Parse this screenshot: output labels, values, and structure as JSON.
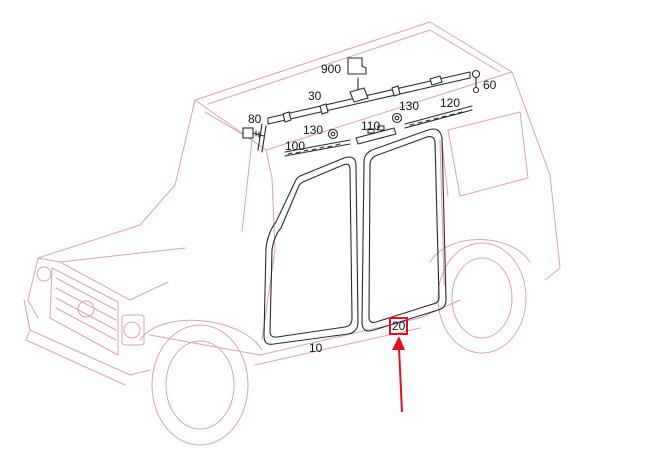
{
  "parts": {
    "p10": "10",
    "p20": "20",
    "p30": "30",
    "p60": "60",
    "p80": "80",
    "p100": "100",
    "p110": "110",
    "p120": "120",
    "p130a": "130",
    "p130b": "130",
    "p900": "900"
  },
  "highlight": {
    "part": "20",
    "color": "#e01020"
  },
  "colors": {
    "vehicle_outline": "#d9a0b0",
    "part_outline": "#2a2a2a"
  }
}
